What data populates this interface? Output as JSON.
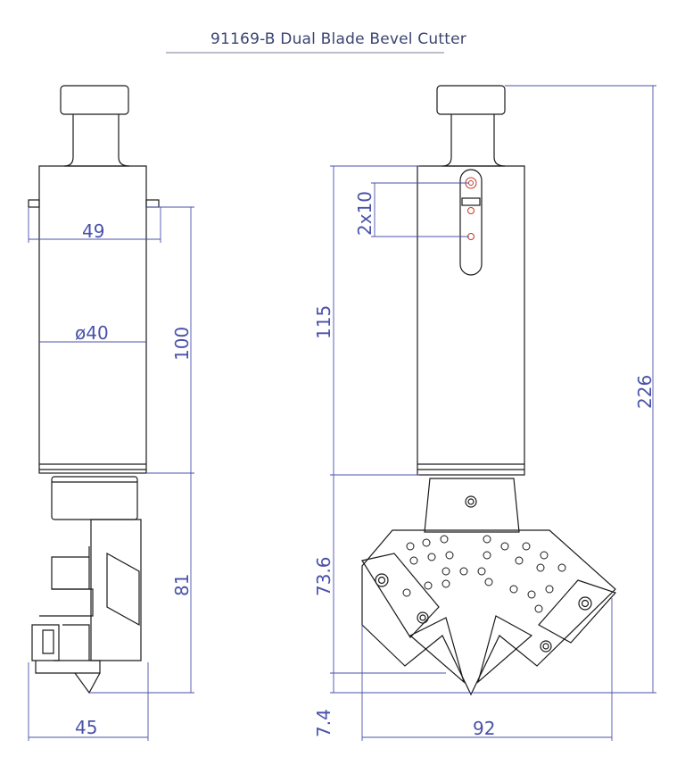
{
  "title": "91169-B Dual Blade Bevel Cutter",
  "dimensions": {
    "width_bar": "49",
    "body_diameter": "ø40",
    "body_length": "100",
    "head_length_side": "81",
    "side_overall_width": "45",
    "housing_length": "115",
    "hole_spacing": "2x10",
    "overall_length": "226",
    "head_length_front": "73.6",
    "blade_offset": "7.4",
    "front_overall_width": "92"
  },
  "colors": {
    "outline": "#1a1a1a",
    "dimension": "#4a52a8",
    "hole_marker": "#c0392b"
  }
}
